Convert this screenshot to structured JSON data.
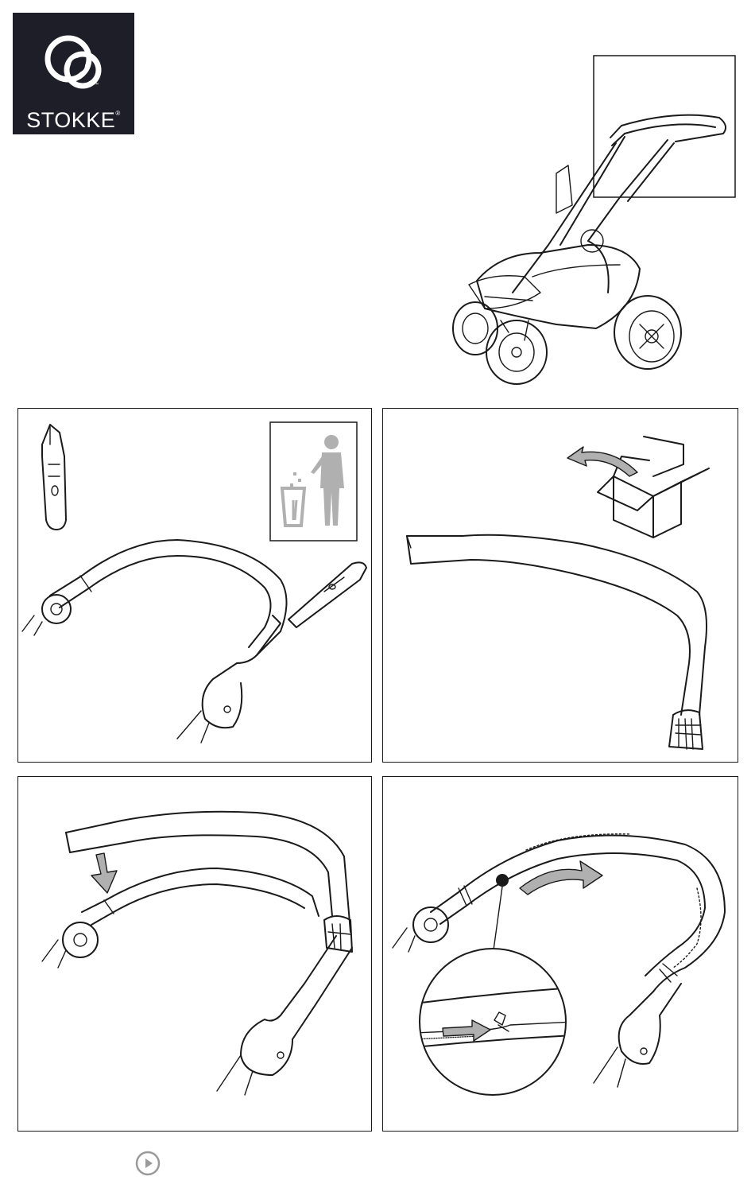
{
  "brand": {
    "name": "STOKKE",
    "registered_mark": "®",
    "trademark_mark": "™",
    "logo_bg_color": "#1e1e28"
  },
  "panels": [
    {
      "id": "step-1",
      "icons": [
        "cutter-knife-icon",
        "trash-bin-disposal-icon"
      ]
    },
    {
      "id": "step-2",
      "icons": [
        "open-box-icon",
        "curved-arrow-icon"
      ]
    },
    {
      "id": "step-3",
      "icons": [
        "down-arrow-icon"
      ]
    },
    {
      "id": "step-4",
      "icons": [
        "zip-detail-magnifier-icon",
        "curved-arrow-icon"
      ]
    }
  ],
  "footer": {
    "icon": "play-circle-icon",
    "icon_color": "#9a9a9a"
  }
}
